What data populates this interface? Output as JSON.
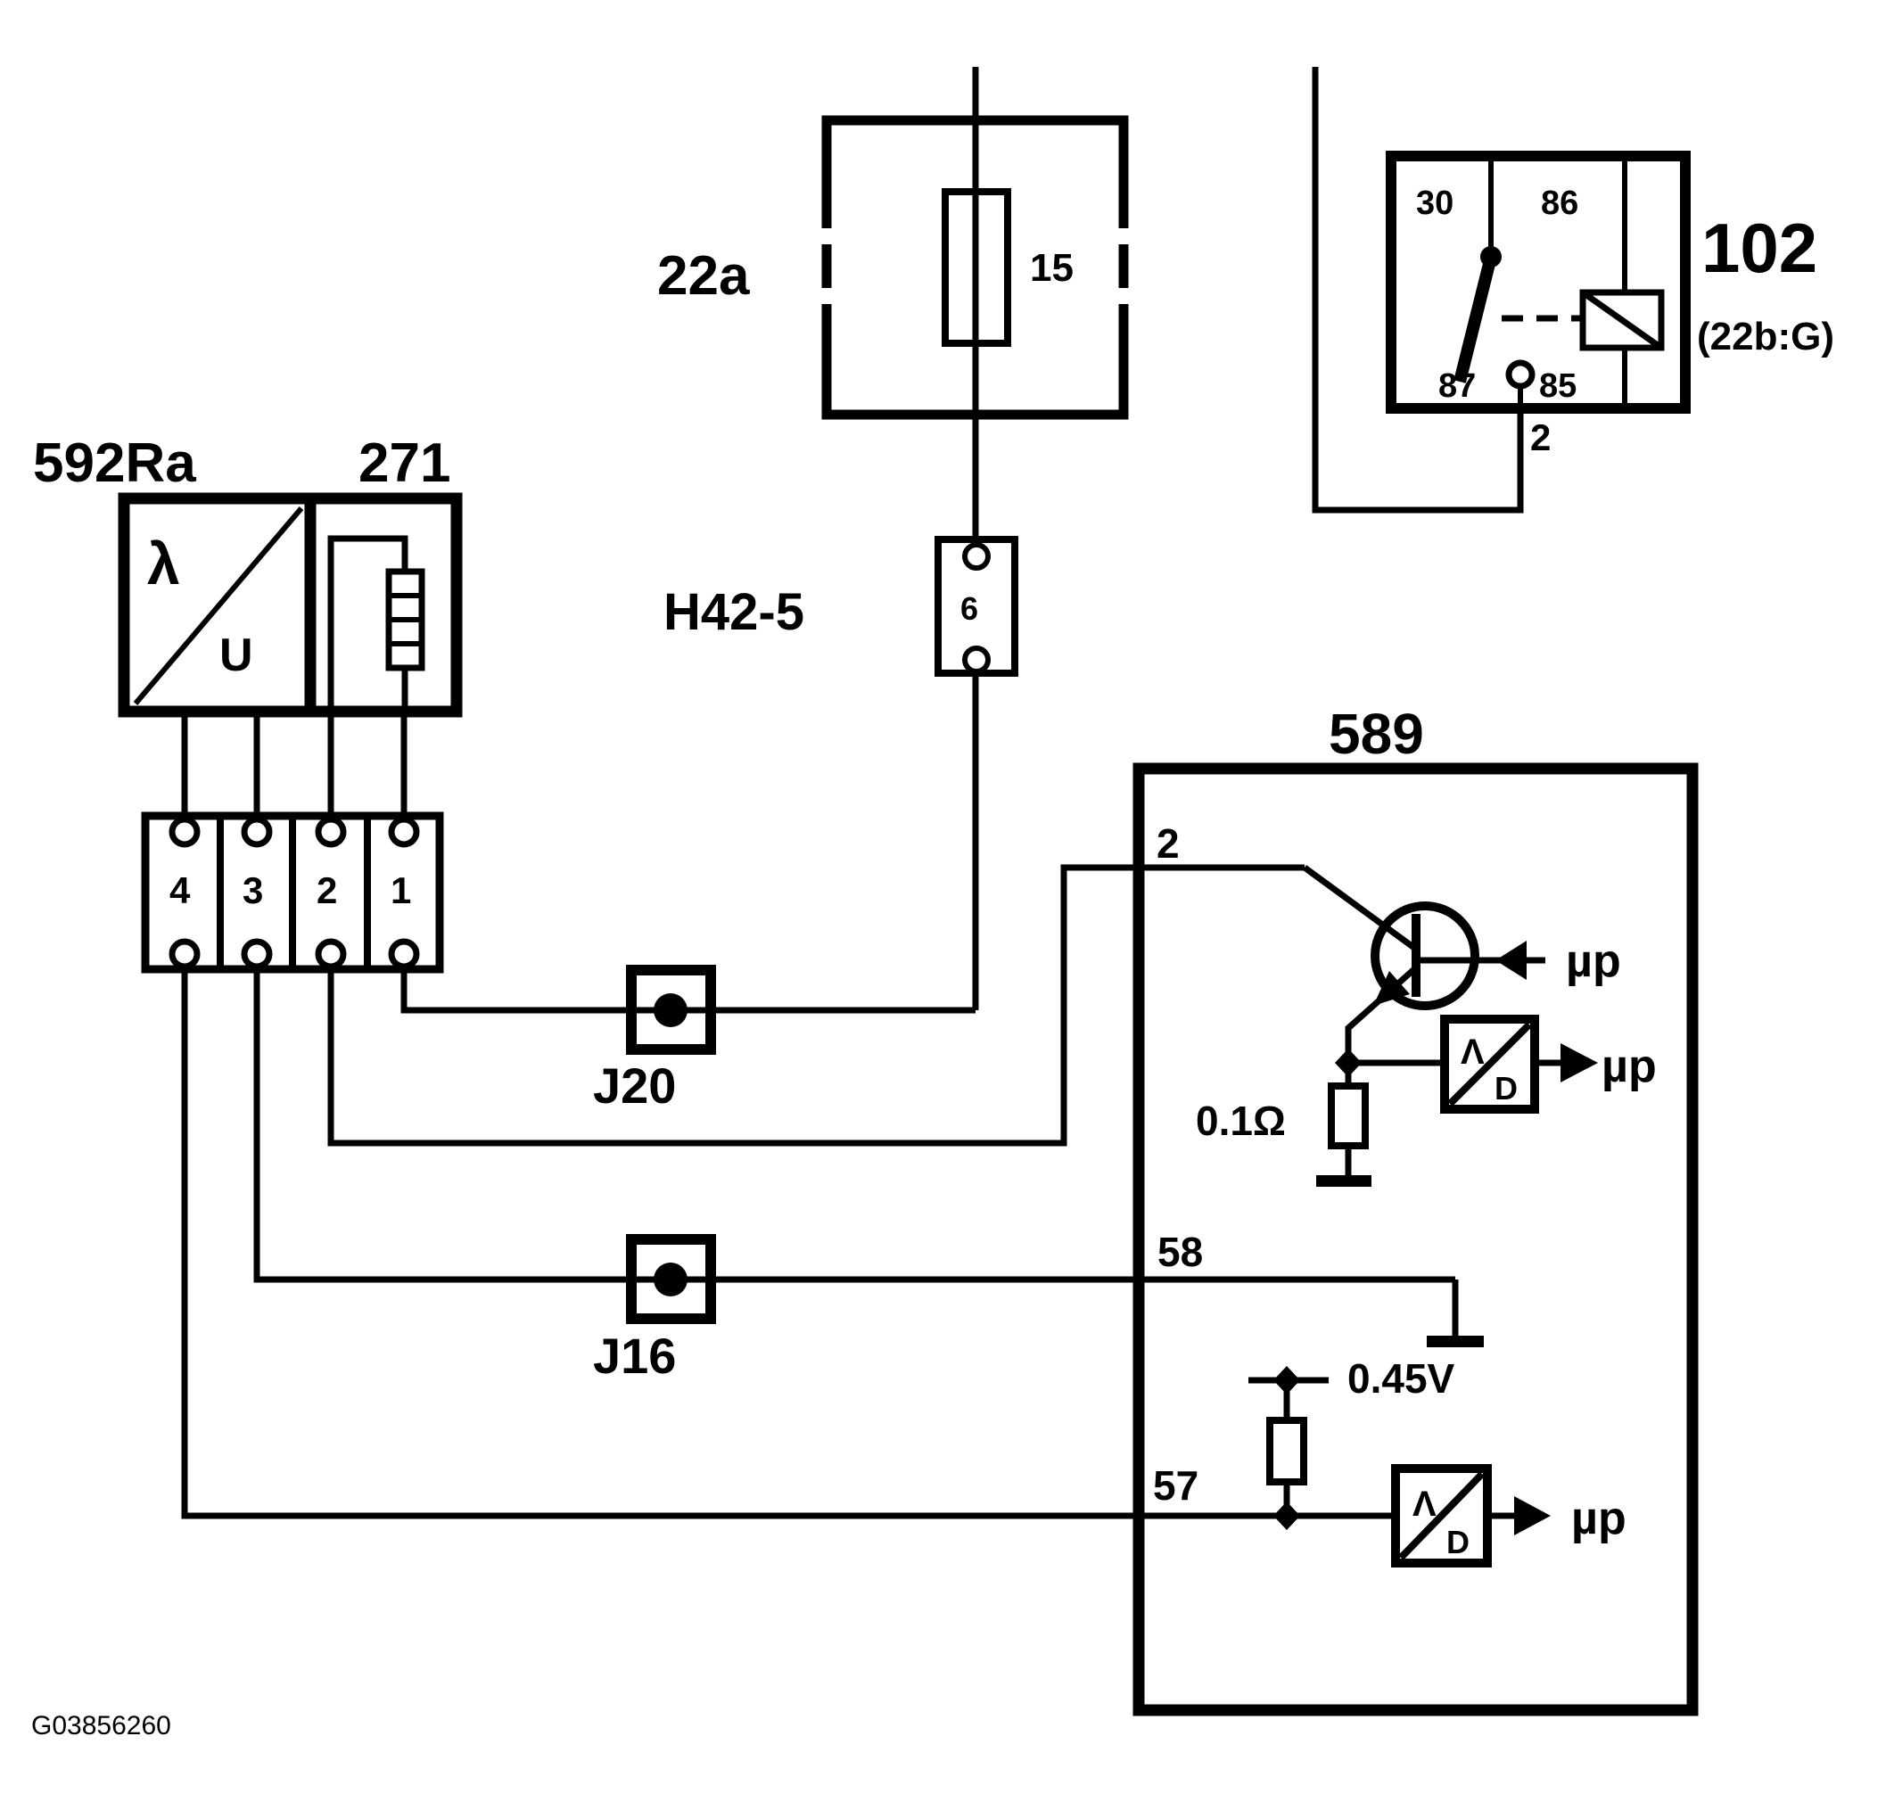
{
  "diagram": {
    "footer_code": "G03856260",
    "oxygen_sensor": {
      "id": "592Ra",
      "symbol_lambda": "λ",
      "symbol_u": "U"
    },
    "heater": {
      "id": "271"
    },
    "fuse_box": {
      "id": "22a",
      "fuse_number": "15"
    },
    "connector_h42": {
      "id": "H42-5",
      "pin": "6"
    },
    "relay": {
      "id": "102",
      "sub_id": "(22b:G)",
      "pin_30": "30",
      "pin_86": "86",
      "pin_87": "87",
      "pin_85": "85",
      "out_pin": "2"
    },
    "inline_connector": {
      "pins": [
        "4",
        "3",
        "2",
        "1"
      ]
    },
    "splices": {
      "j20": "J20",
      "j16": "J16"
    },
    "ecu": {
      "id": "589",
      "pin_2": "2",
      "pin_58": "58",
      "pin_57": "57",
      "shunt_resistor": "0.1Ω",
      "reference_voltage": "0.45V",
      "micro": "µp",
      "ad_a": "Λ",
      "ad_d": "D"
    }
  }
}
